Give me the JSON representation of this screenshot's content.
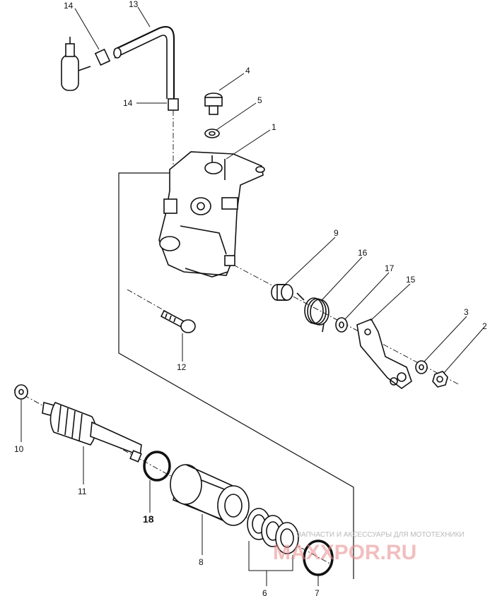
{
  "labels": {
    "c1": "1",
    "c2": "2",
    "c3": "3",
    "c4": "4",
    "c5": "5",
    "c6": "6",
    "c7": "7",
    "c8": "8",
    "c9": "9",
    "c10": "10",
    "c11": "11",
    "c12": "12",
    "c13": "13",
    "c14a": "14",
    "c14b": "14",
    "c15": "15",
    "c16": "16",
    "c17": "17",
    "c18": "18"
  },
  "watermark": {
    "caption": "ЗАПЧАСТИ И АКСЕССУАРЫ ДЛЯ МОТОТЕХНИКИ",
    "logo": "MAXXPOR.RU"
  }
}
